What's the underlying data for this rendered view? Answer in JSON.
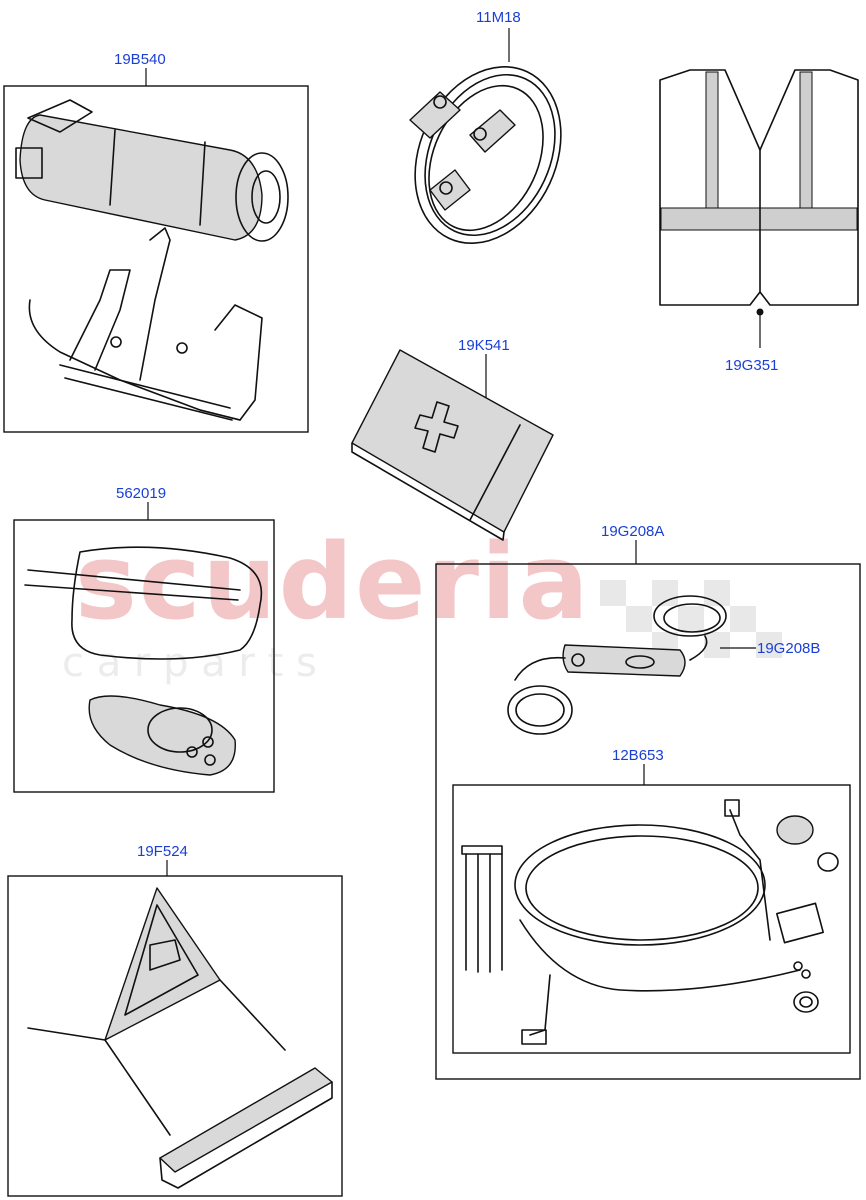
{
  "watermark": {
    "main": "scuderia",
    "sub": "c a r   p a r t s"
  },
  "parts": {
    "p19B540": "19B540",
    "p11M18": "11M18",
    "p19G351": "19G351",
    "p19K541": "19K541",
    "p562019": "562019",
    "p19G208A": "19G208A",
    "p19G208B": "19G208B",
    "p12B653": "12B653",
    "p19F524": "19F524"
  },
  "icons": [
    "fire-extinguisher-icon",
    "jump-leads-icon",
    "safety-vest-icon",
    "first-aid-kit-icon",
    "sunshade-icon",
    "remote-key-icon",
    "charger-cable-icon",
    "wiring-kit-icon",
    "warning-triangle-icon"
  ]
}
